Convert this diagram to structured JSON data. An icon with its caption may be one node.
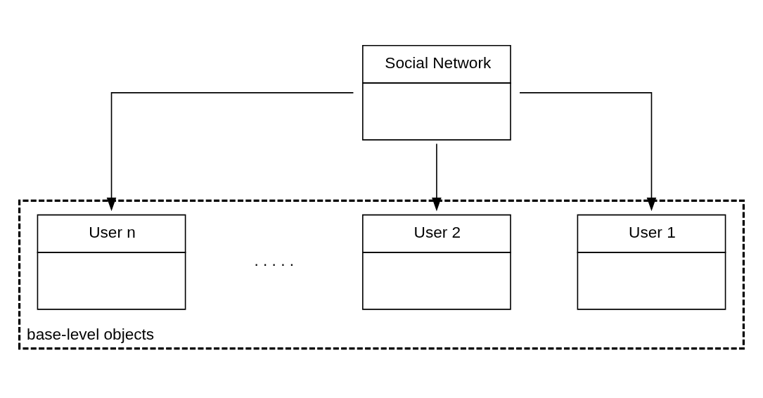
{
  "diagram": {
    "nodes": [
      {
        "text": [
          "Social Network"
        ]
      },
      {
        "text": [
          "base-level objects"
        ]
      },
      {
        "text": [
          "User 1"
        ],
        "in": 1
      },
      {
        "text": [
          "User 2"
        ],
        "in": 1
      },
      {
        "text": [
          "User n"
        ],
        "in": 1
      }
    ],
    "edges": [
      {
        "from": 0,
        "to": 2,
        "arrow": "to"
      },
      {
        "from": 0,
        "to": 3,
        "arrow": "to"
      },
      {
        "from": 0,
        "to": 4,
        "arrow": "to"
      }
    ],
    "labels": [
      ". . . . ."
    ]
  }
}
